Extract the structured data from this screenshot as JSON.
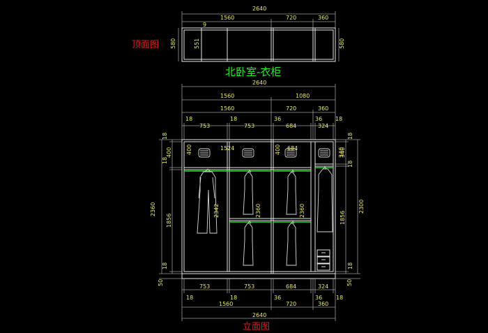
{
  "titles": {
    "top_view": "顶面图",
    "main": "北卧室-衣柜",
    "elevation": "立面图"
  },
  "top_view_dims": {
    "total": "2640",
    "left": "1560",
    "mid": "720",
    "right": "360",
    "depth_left": "580",
    "depth_right": "580",
    "inner_depth": "551",
    "thickness": "9"
  },
  "elev_top_dims": {
    "total": "2640",
    "a": "1560",
    "b": "1080",
    "c1": "1560",
    "c2": "720",
    "c3": "360",
    "d1": "18",
    "d2": "753",
    "d3": "18",
    "d4": "753",
    "d5": "36",
    "d6": "684",
    "d7": "36",
    "d8": "324",
    "d9": "18"
  },
  "elev_inner": {
    "top_h_left": "400",
    "top_w_left": "1524",
    "top_h_mid": "400",
    "top_w_mid": "684",
    "bay1_h": "2342",
    "bay2_h": "2360",
    "bay3_h": "2360",
    "right_top": "340"
  },
  "elev_left_dims": {
    "a": "18",
    "b": "400",
    "c": "18",
    "total": "2360",
    "d": "1856",
    "e": "18",
    "base": "50"
  },
  "elev_right_dims": {
    "a": "18",
    "b": "340",
    "c": "18",
    "d": "1856",
    "total": "2300",
    "e": "18",
    "base": "50"
  },
  "elev_bottom_dims": {
    "d2": "753",
    "d4": "753",
    "d6": "684",
    "d8": "324",
    "d1": "18",
    "d3": "18",
    "d5": "36",
    "d7": "36",
    "d9": "18",
    "c1": "1560",
    "c2": "720",
    "c3": "360",
    "total": "2640"
  },
  "colors": {
    "background": "#000000",
    "dimension": "#e8e860",
    "title_green": "#22ee22",
    "title_red": "#e02020",
    "rail_green": "#22dd22",
    "outline": "#e6e6e6"
  }
}
